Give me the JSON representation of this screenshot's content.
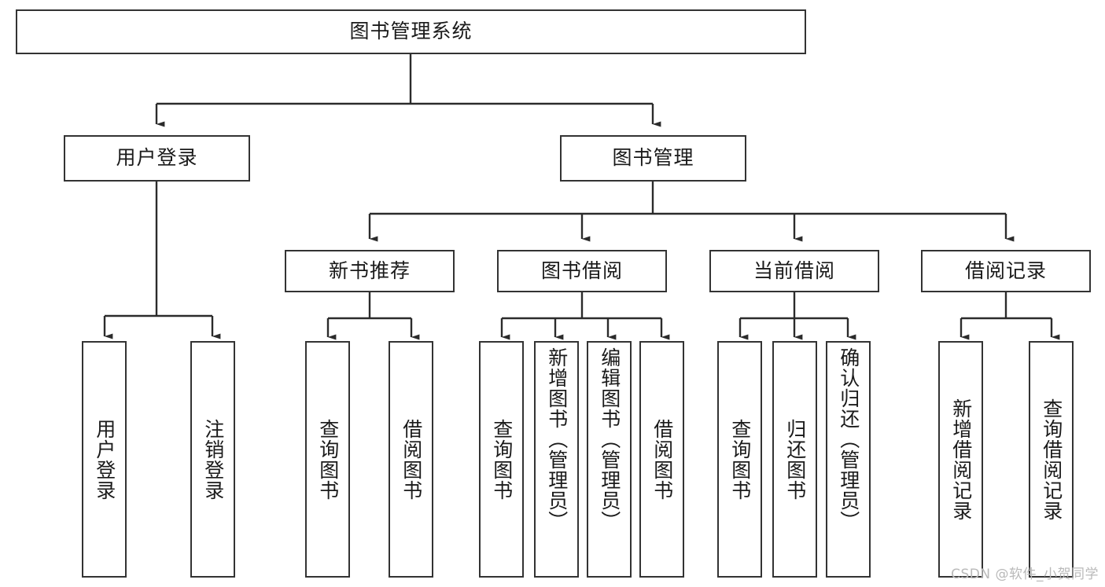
{
  "diagram": {
    "title": "图书管理系统",
    "type": "tree-hierarchy",
    "root": {
      "label": "图书管理系统"
    },
    "level2": [
      {
        "label": "用户登录"
      },
      {
        "label": "图书管理"
      }
    ],
    "level3": [
      {
        "label": "新书推荐"
      },
      {
        "label": "图书借阅"
      },
      {
        "label": "当前借阅"
      },
      {
        "label": "借阅记录"
      }
    ],
    "leaves": {
      "user_login": [
        {
          "label": "用户登录"
        },
        {
          "label": "注销登录"
        }
      ],
      "new_book_recommend": [
        {
          "label": "查询图书"
        },
        {
          "label": "借阅图书"
        }
      ],
      "book_borrow": [
        {
          "label": "查询图书"
        },
        {
          "label": "新增图书（管理员）"
        },
        {
          "label": "编辑图书（管理员）"
        },
        {
          "label": "借阅图书"
        }
      ],
      "current_borrow": [
        {
          "label": "查询图书"
        },
        {
          "label": "归还图书"
        },
        {
          "label": "确认归还（管理员）"
        }
      ],
      "borrow_record": [
        {
          "label": "新增借阅记录"
        },
        {
          "label": "查询借阅记录"
        }
      ]
    }
  },
  "watermark": {
    "text": "CSDN @软件_小贺同学"
  },
  "colors": {
    "border": "#333333",
    "text": "#1a1a1a",
    "background": "#ffffff",
    "connector": "#2b2b2b",
    "watermark": "#b9b9b9"
  }
}
